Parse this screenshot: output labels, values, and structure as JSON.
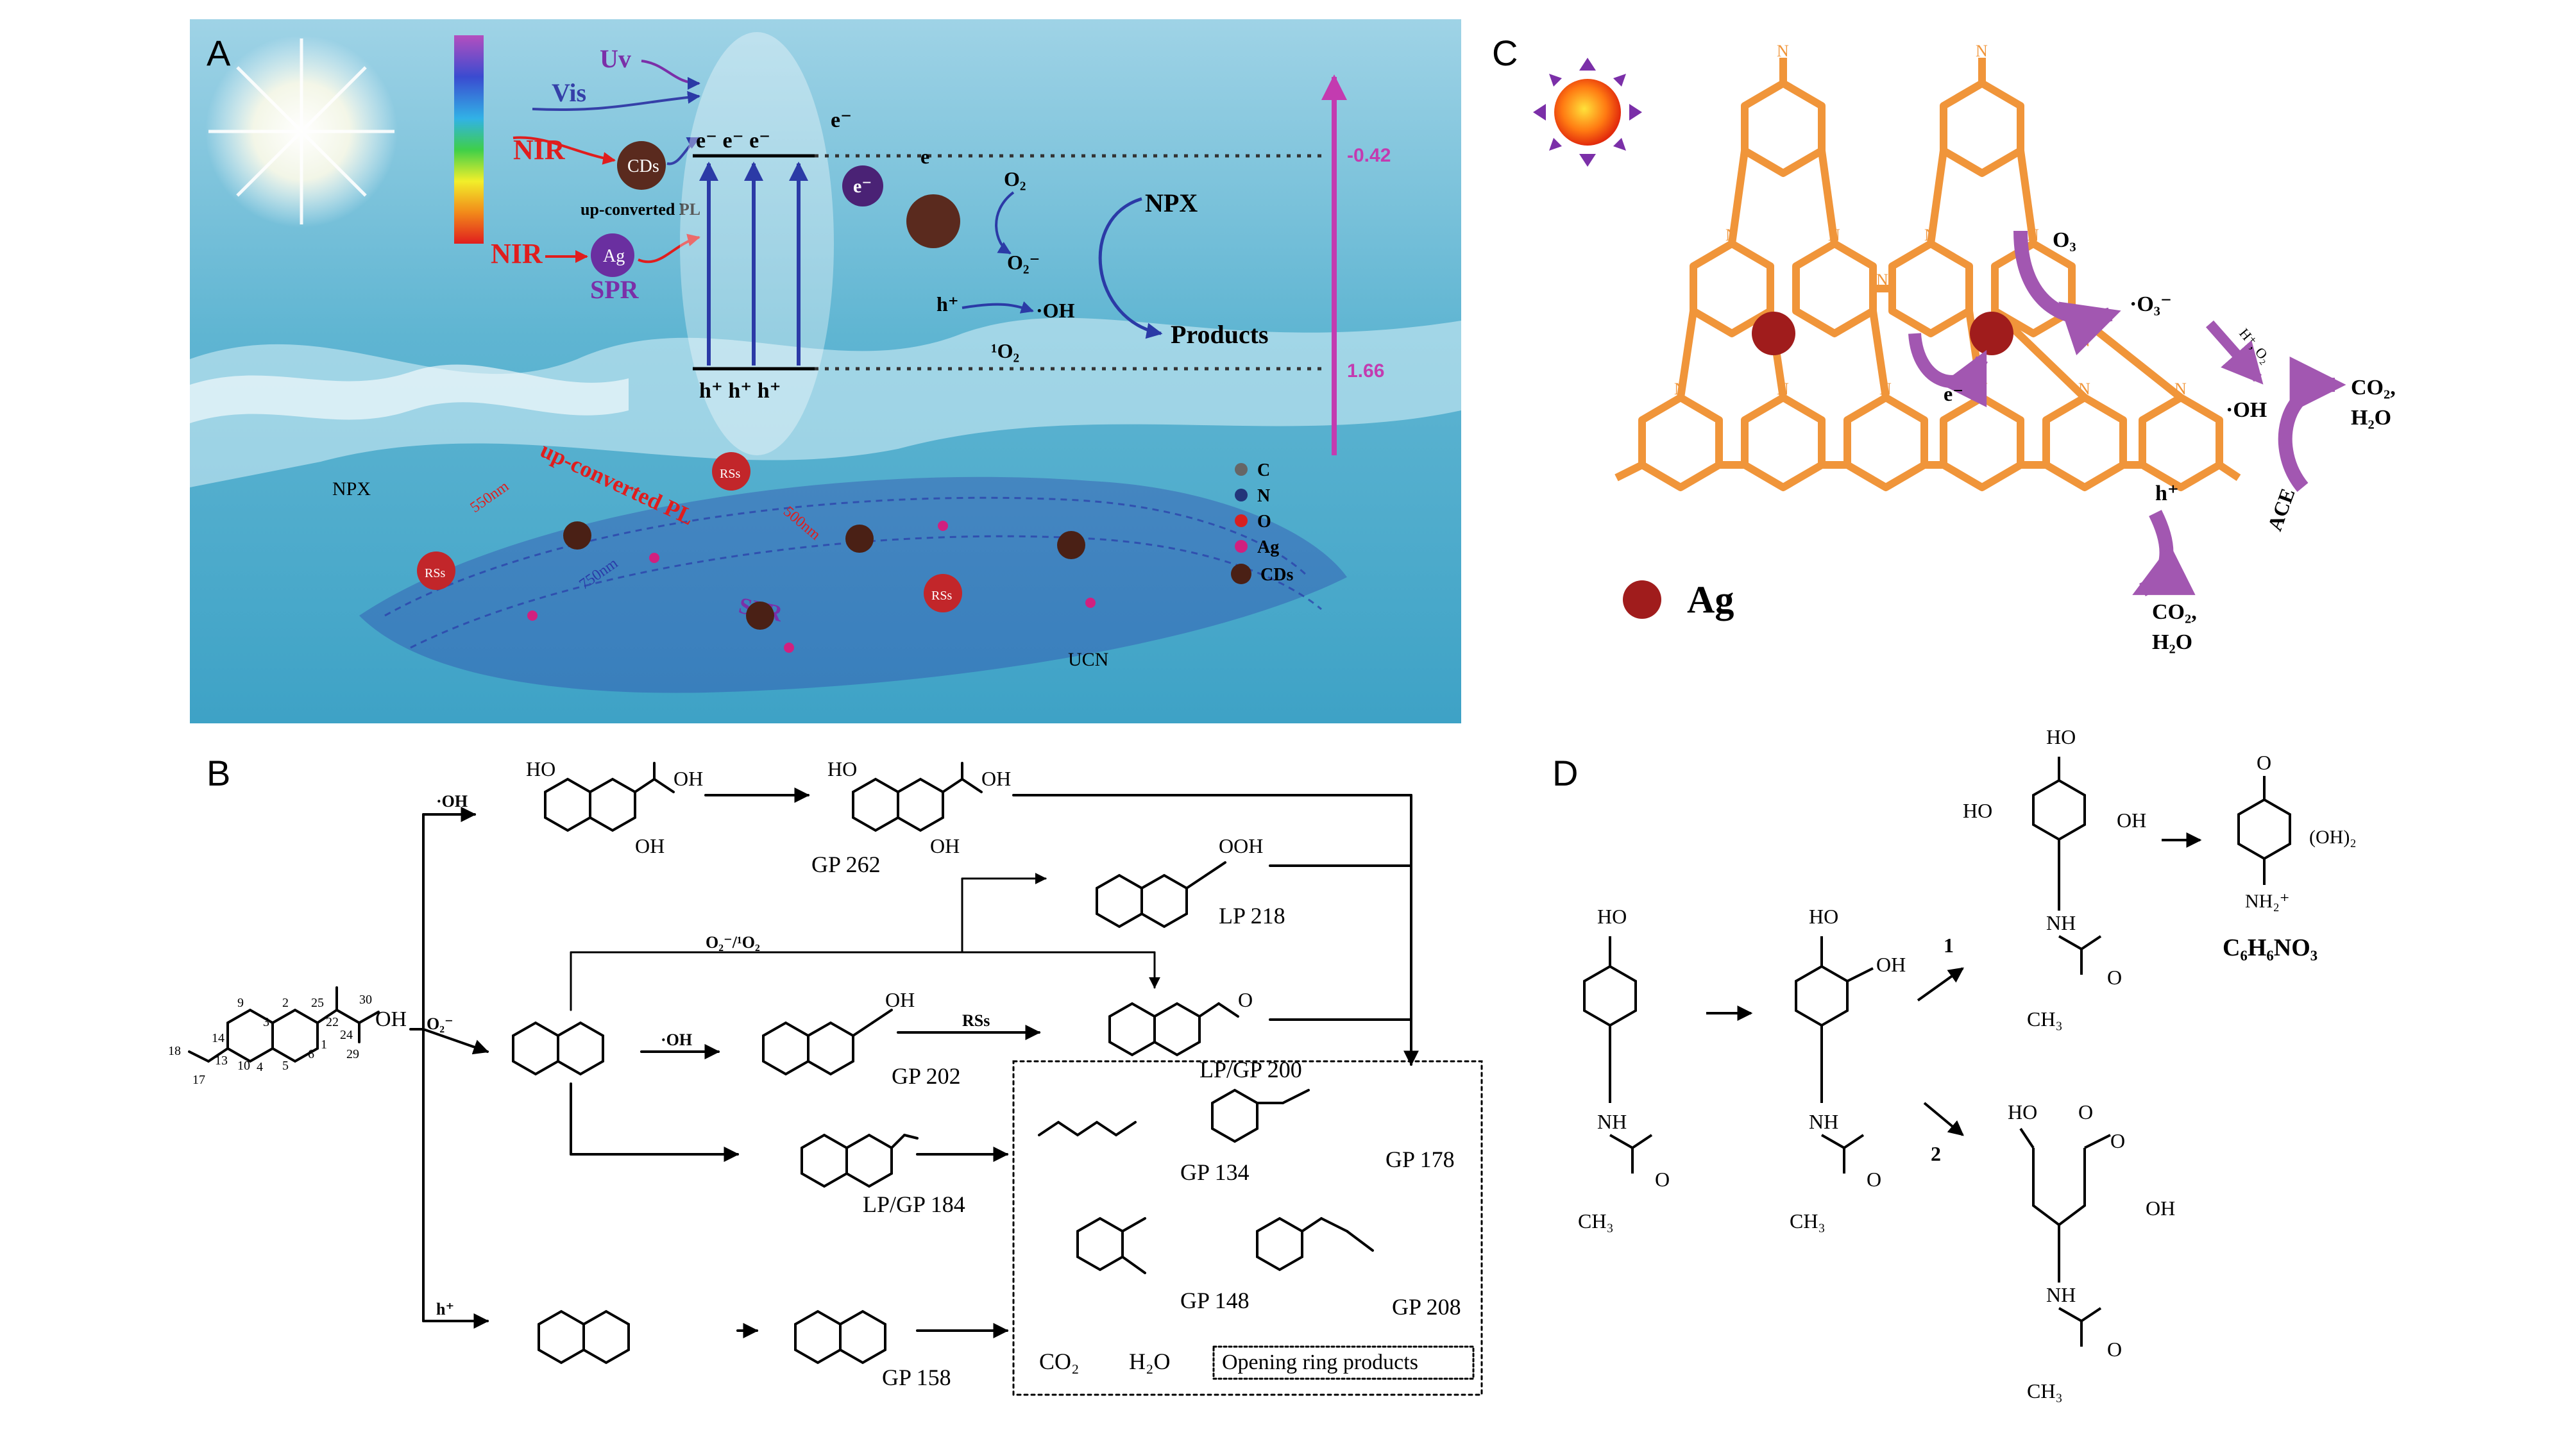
{
  "panels": {
    "a": {
      "letter": "A",
      "uv": "Uv",
      "vis": "Vis",
      "nir1": "NIR",
      "nir2": "NIR",
      "cds": "CDs",
      "ag": "Ag",
      "upconv": "up-converted PL",
      "spr": "SPR",
      "cb_e": "e⁻  e⁻  e⁻",
      "vb_h": "h⁺ h⁺ h⁺",
      "e_float": "e⁻",
      "e_small": "e⁻",
      "e_circle": "e⁻",
      "e_trap": "e",
      "o2": "O₂",
      "o2rad": "O₂⁻",
      "hplus": "h⁺",
      "oh": "·OH",
      "o2singlet": "¹O₂",
      "npx": "NPX",
      "products": "Products",
      "cb_val": "-0.42",
      "vb_val": "1.66",
      "npx_left": "NPX",
      "ucn": "UCN",
      "legend": {
        "c": "C",
        "n": "N",
        "o": "O",
        "ag": "Ag",
        "cds": "CDs"
      },
      "rss": "RSs",
      "up_sheet": "up-converted PL",
      "spr_sheet": "SPR",
      "wl1": "550nm",
      "wl2": "750nm",
      "wl3": "500nm",
      "colors": {
        "water": "#5fb7d3",
        "vis": "#3540a8",
        "uv": "#7b2fa8",
        "nir": "#e01d1d",
        "scale": "#c33bb0"
      }
    },
    "b": {
      "letter": "B",
      "oh_top": "·OH",
      "o2_branch": "O₂⁻",
      "o2_1o2": "O₂⁻/¹O₂",
      "oh_mid": "·OH",
      "rss": "RSs",
      "hplus": "h⁺",
      "gp262": "GP 262",
      "lp218": "LP 218",
      "gp202": "GP 202",
      "lpgp200": "LP/GP 200",
      "lpgp184": "LP/GP 184",
      "gp158": "GP 158",
      "gp134": "GP 134",
      "gp178": "GP 178",
      "gp148": "GP 148",
      "gp208": "GP 208",
      "co2": "CO₂",
      "h2o": "H₂O",
      "opening": "Opening ring products",
      "oh": "OH",
      "ho": "HO",
      "o": "O",
      "ooh": "OOH",
      "atoms": [
        "25",
        "30",
        "22",
        "24",
        "29",
        "9",
        "2",
        "1",
        "3",
        "6",
        "14",
        "13",
        "4",
        "5",
        "10",
        "18",
        "17",
        "OH"
      ]
    },
    "c": {
      "letter": "C",
      "n": "N",
      "o3": "O₃",
      "o3rad": "·O₃⁻",
      "hp_o2": "H⁺, O₂",
      "ohrad": "·OH",
      "co2h2o_1": "CO₂,\nH₂O",
      "co2h2o_2": "CO₂,\nH₂O",
      "ace": "ACE",
      "hplus": "h⁺",
      "e": "e⁻",
      "ag_label": "Ag",
      "colors": {
        "ring": "#f0953a",
        "ag": "#a01c1c",
        "arrow": "#a257b1"
      }
    },
    "d": {
      "letter": "D",
      "ho": "HO",
      "oh": "OH",
      "nh": "NH",
      "o": "O",
      "ch3": "CH₃",
      "nh2": "NH₂⁺",
      "oh2": "(OH)₂",
      "formula": "C₆H₆NO₃",
      "path1": "1",
      "path2": "2"
    }
  }
}
